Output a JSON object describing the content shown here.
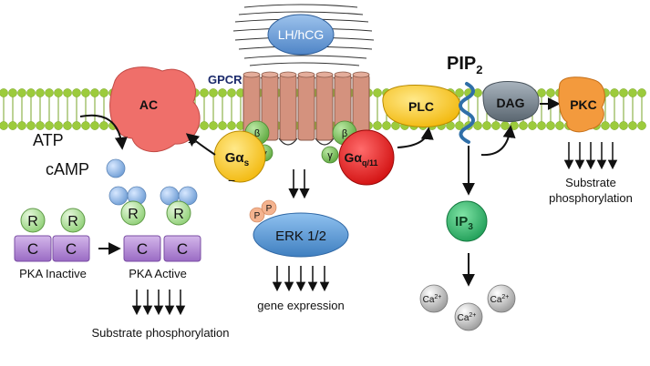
{
  "ligand": {
    "label": "LH/hCG"
  },
  "receptor": {
    "label": "GPCR"
  },
  "ac": {
    "label": "AC",
    "plus": "+",
    "minus": "−"
  },
  "atp": {
    "label": "ATP"
  },
  "camp": {
    "label": "cAMP"
  },
  "gs": {
    "main": "Gα",
    "sub": "s",
    "beta": "β",
    "gamma": "γ"
  },
  "gq": {
    "main": "Gα",
    "sub": "q/11",
    "beta": "β",
    "gamma": "γ"
  },
  "pka": {
    "r_label": "R",
    "c_label": "C",
    "inactive_label": "PKA Inactive",
    "active_label": "PKA Active",
    "substrate_label": "Substrate phosphorylation"
  },
  "erk": {
    "label": "ERK 1/2",
    "p1": "P",
    "p2": "P",
    "output_label": "gene expression"
  },
  "plc": {
    "label": "PLC"
  },
  "pip2": {
    "main": "PIP",
    "sub": "2"
  },
  "dag": {
    "label": "DAG"
  },
  "pkc": {
    "label": "PKC",
    "substrate_line1": "Substrate",
    "substrate_line2": "phosphorylation"
  },
  "ip3": {
    "main": "IP",
    "sub": "3"
  },
  "calcium": {
    "main": "Ca",
    "sup": "2+"
  },
  "colors": {
    "membrane_head": "#9ccb3c",
    "membrane_line": "#7aa42a",
    "receptor": "#d4927e",
    "ac": "#ef6f6a",
    "gs": "#f7c318",
    "gq": "#e41e1e",
    "beta_gamma": "#7fbd5e",
    "plc": "#f7c318",
    "dag": "#7a8692",
    "pkc": "#f39a3d",
    "ip3": "#2fb36d",
    "erk": "#5b9bd5",
    "camp": "#8fb8e8",
    "pka_r": "#a9dd94",
    "pka_c": "#b58ad6",
    "ligand": "#6f9ed6",
    "phosphate": "#f4b38f",
    "calcium": "#bdbdbd"
  }
}
